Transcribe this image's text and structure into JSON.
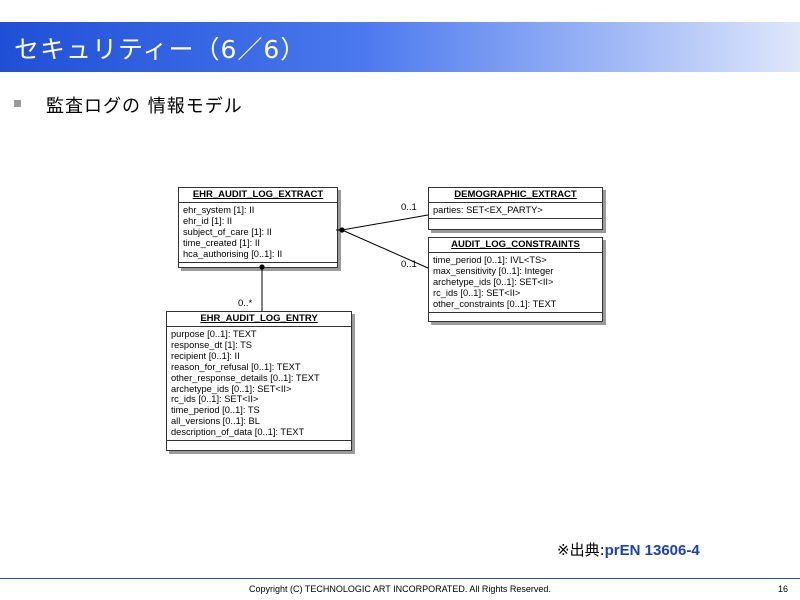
{
  "slide": {
    "title": "セキュリティー（6／6）",
    "bullet": "監査ログの 情報モデル",
    "source_prefix": "※出典:",
    "source_ref": "prEN 13606-4",
    "footer": "Copyright (C) TECHNOLOGIC ART INCORPORATED. All Rights Reserved.",
    "page_number": "16"
  },
  "diagram": {
    "classes": {
      "extract": {
        "name": "EHR_AUDIT_LOG_EXTRACT",
        "attributes": [
          "ehr_system [1]: II",
          "ehr_id [1]: II",
          "subject_of_care [1]: II",
          "time_created [1]: II",
          "hca_authorising [0..1]: II"
        ]
      },
      "demographic": {
        "name": "DEMOGRAPHIC_EXTRACT",
        "attributes": [
          "parties: SET<EX_PARTY>"
        ]
      },
      "constraints": {
        "name": "AUDIT_LOG_CONSTRAINTS",
        "attributes": [
          "time_period [0..1]: IVL<TS>",
          "max_sensitivity [0..1]: Integer",
          "archetype_ids [0..1]: SET<II>",
          "rc_ids [0..1]: SET<II>",
          "other_constraints [0..1]: TEXT"
        ]
      },
      "entry": {
        "name": "EHR_AUDIT_LOG_ENTRY",
        "attributes": [
          "purpose [0..1]: TEXT",
          "response_dt [1]: TS",
          "recipient [0..1]: II",
          "reason_for_refusal [0..1]: TEXT",
          "other_response_details [0..1]: TEXT",
          "archetype_ids [0..1]: SET<II>",
          "rc_ids [0..1]: SET<II>",
          "time_period [0..1]: TS",
          "all_versions [0..1]: BL",
          "description_of_data [0..1]: TEXT"
        ]
      }
    },
    "multiplicities": {
      "demographic": "0..1",
      "constraints": "0..1",
      "entry": "0..*"
    }
  }
}
